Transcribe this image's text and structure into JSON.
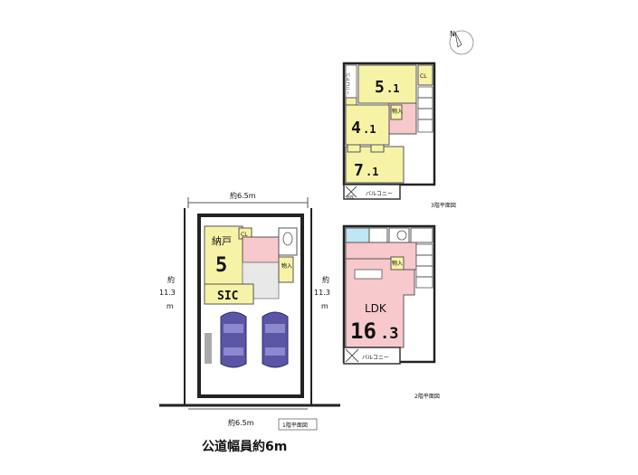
{
  "compass": {
    "letter": "N"
  },
  "floor1": {
    "name": "1階平面図",
    "width_top": "約6.5m",
    "width_bottom": "約6.5m",
    "depth_left": [
      "約",
      "11.3",
      "m"
    ],
    "storage_label": "納戸",
    "storage_size": "5",
    "sic": "SIC",
    "cl": "CL",
    "mono": "物入"
  },
  "floor2": {
    "name": "2階平面図",
    "depth_left": [
      "約",
      "11.3",
      "m"
    ],
    "ldk": "LDK",
    "ldk_size_main": "16",
    "ldk_size_dec": ".3",
    "mono": "物入",
    "balcony": "バルコニー"
  },
  "floor3": {
    "name": "3階平面図",
    "room1_main": "5",
    "room1_dec": ".1",
    "room2_main": "4",
    "room2_dec": ".1",
    "room3_main": "7",
    "room3_dec": ".1",
    "cl": "CL",
    "mono": "物入",
    "balcony_side": "バルコニー",
    "balcony_bottom": "バルコニー",
    "water_tap": "水栓"
  },
  "road": "公道幅員約6m"
}
